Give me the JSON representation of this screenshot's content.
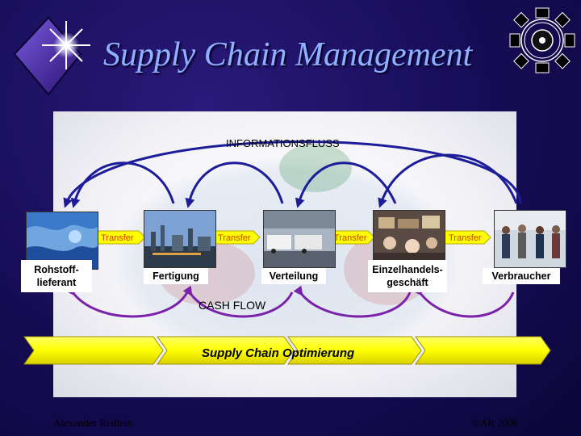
{
  "title": "Supply Chain Management",
  "diagram": {
    "info_flow_label": "INFORMATIONSFLUSS",
    "cash_flow_label": "CASH FLOW",
    "optimization_label": "Supply Chain Optimierung",
    "transfer_label": "Transfer",
    "stages": [
      {
        "label": "Rohstoff-\nlieferant"
      },
      {
        "label": "Fertigung"
      },
      {
        "label": "Verteilung"
      },
      {
        "label": "Einzelhandels-\ngeschäft"
      },
      {
        "label": "Verbraucher"
      }
    ],
    "colors": {
      "info_arrow": "#1d1d99",
      "cash_arrow": "#7a22aa",
      "transfer_arrow": "#ffff00",
      "transfer_text": "#d43a00"
    }
  },
  "footer": {
    "author": "Alexander Redlein",
    "copyright": "©AR 2000"
  }
}
